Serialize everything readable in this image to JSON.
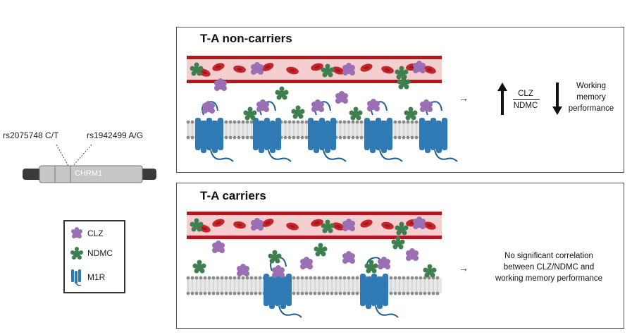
{
  "gene": {
    "name": "CHRM1",
    "snp_left": "rs2075748 C/T",
    "snp_right": "rs1942499 A/G"
  },
  "legend": {
    "items": [
      {
        "label": "CLZ",
        "icon": "purple-molecule-icon"
      },
      {
        "label": "NDMC",
        "icon": "green-molecule-icon"
      },
      {
        "label": "M1R",
        "icon": "receptor-icon"
      }
    ]
  },
  "panels": {
    "non_carriers": {
      "title": "T-A non-carriers",
      "ratio_numerator": "CLZ",
      "ratio_denominator": "NDMC",
      "outcome_line1": "Working",
      "outcome_line2": "memory",
      "outcome_line3": "performance"
    },
    "carriers": {
      "title": "T-A carriers",
      "result_line1": "No significant correlation",
      "result_line2": "between CLZ/NDMC and",
      "result_line3": "working memory performance"
    }
  },
  "colors": {
    "clz": "#9b6fb3",
    "ndmc": "#3f7f4f",
    "receptor": "#2f79b5",
    "vessel": "#b3161d",
    "plasma": "#f5cfd0",
    "membrane": "#8a8a8a"
  }
}
